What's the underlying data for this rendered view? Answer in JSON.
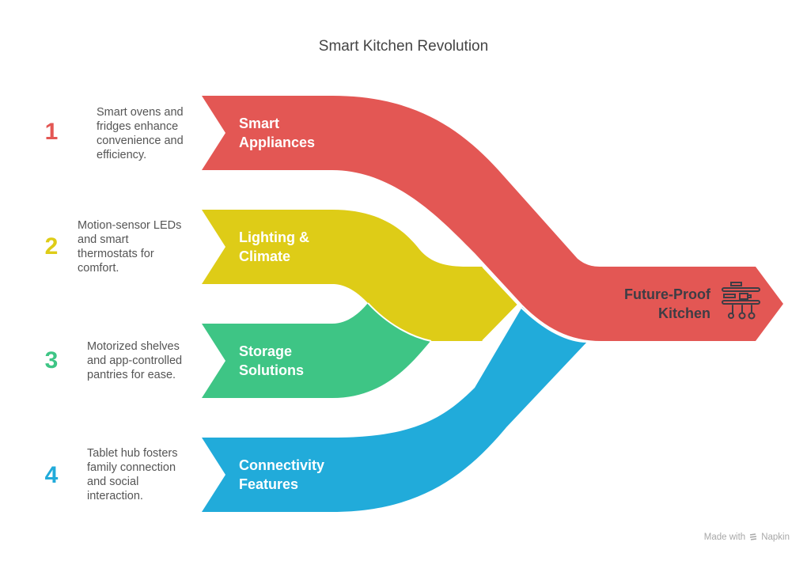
{
  "title": "Smart Kitchen Revolution",
  "colors": {
    "red": "#E35754",
    "yellow": "#DECC17",
    "green": "#3EC585",
    "blue": "#21ABDA",
    "target_text": "#3D3D45",
    "desc_text": "#555555"
  },
  "items": [
    {
      "number": "1",
      "label_line1": "Smart",
      "label_line2": "Appliances",
      "description": [
        "Smart ovens and",
        "fridges enhance",
        "convenience and",
        "efficiency."
      ],
      "color": "#E35754"
    },
    {
      "number": "2",
      "label_line1": "Lighting &",
      "label_line2": "Climate",
      "description": [
        "Motion-sensor LEDs",
        "and smart",
        "thermostats for",
        "comfort."
      ],
      "color": "#DECC17"
    },
    {
      "number": "3",
      "label_line1": "Storage",
      "label_line2": "Solutions",
      "description": [
        "Motorized shelves",
        "and app-controlled",
        "pantries for ease."
      ],
      "color": "#3EC585"
    },
    {
      "number": "4",
      "label_line1": "Connectivity",
      "label_line2": "Features",
      "description": [
        "Tablet hub fosters",
        "family connection",
        "and social",
        "interaction."
      ],
      "color": "#21ABDA"
    }
  ],
  "target": {
    "line1": "Future-Proof",
    "line2": "Kitchen",
    "icon": "kitchen-shelves-icon"
  },
  "watermark": {
    "prefix": "Made with",
    "brand": "Napkin"
  }
}
